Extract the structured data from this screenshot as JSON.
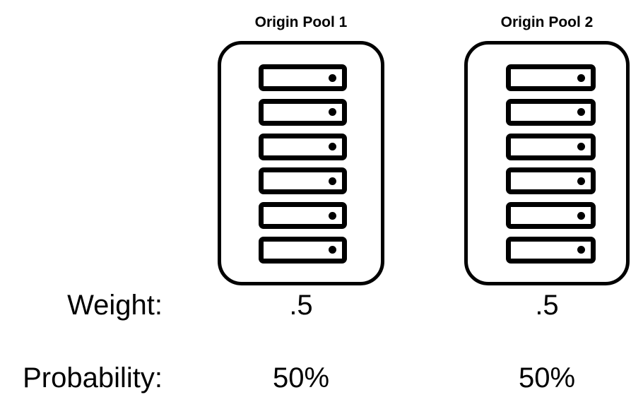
{
  "diagram": {
    "background_color": "#ffffff",
    "stroke_color": "#000000",
    "pools": [
      {
        "title": "Origin Pool 1",
        "server_count": 6,
        "weight": ".5",
        "probability": "50%"
      },
      {
        "title": "Origin Pool 2",
        "server_count": 6,
        "weight": ".5",
        "probability": "50%"
      }
    ],
    "rows": [
      {
        "label": "Weight:"
      },
      {
        "label": "Probability:"
      }
    ]
  }
}
